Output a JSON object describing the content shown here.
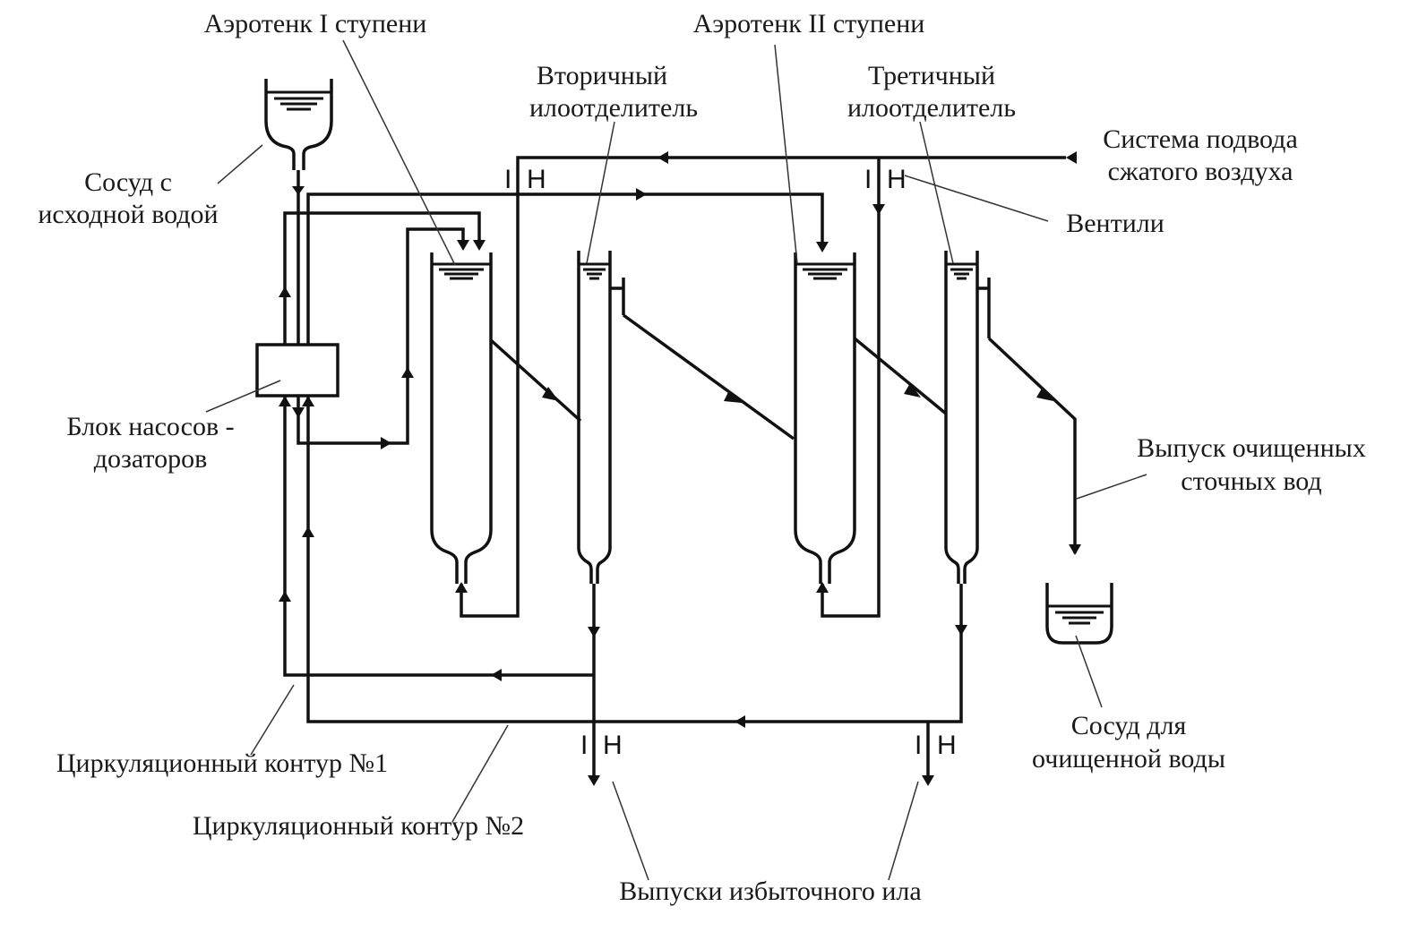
{
  "diagram": {
    "title": "Схема лабораторной установки двухступенчатой биологической очистки",
    "labels": {
      "aerotank1": "Аэротенк I ступени",
      "aerotank2": "Аэротенк II ступени",
      "secondary_clarifier_l1": "Вторичный",
      "secondary_clarifier_l2": "илоотделитель",
      "tertiary_clarifier_l1": "Третичный",
      "tertiary_clarifier_l2": "илоотделитель",
      "air_supply_l1": "Система подвода",
      "air_supply_l2": "сжатого воздуха",
      "valves": "Вентили",
      "source_vessel_l1": "Сосуд  с",
      "source_vessel_l2": "исходной водой",
      "pump_block_l1": "Блок насосов -",
      "pump_block_l2": "дозаторов",
      "treated_outlet_l1": "Выпуск очищенных",
      "treated_outlet_l2": "сточных вод",
      "treated_vessel_l1": "Сосуд для",
      "treated_vessel_l2": "очищенной воды",
      "circuit1": "Циркуляционный контур №1",
      "circuit2": "Циркуляционный контур №2",
      "sludge_outlets": "Выпуски избыточного ила"
    },
    "valve_symbol": "I H",
    "components": [
      {
        "id": "source-vessel",
        "name": "Сосуд с исходной водой"
      },
      {
        "id": "pump-block",
        "name": "Блок насосов - дозаторов"
      },
      {
        "id": "aerotank-1",
        "name": "Аэротенк I ступени"
      },
      {
        "id": "secondary-clarifier",
        "name": "Вторичный илоотделитель"
      },
      {
        "id": "aerotank-2",
        "name": "Аэротенк II ступени"
      },
      {
        "id": "tertiary-clarifier",
        "name": "Третичный илоотделитель"
      },
      {
        "id": "treated-vessel",
        "name": "Сосуд для очищенной воды"
      }
    ],
    "colors": {
      "line": "#111111",
      "background": "#ffffff"
    }
  }
}
